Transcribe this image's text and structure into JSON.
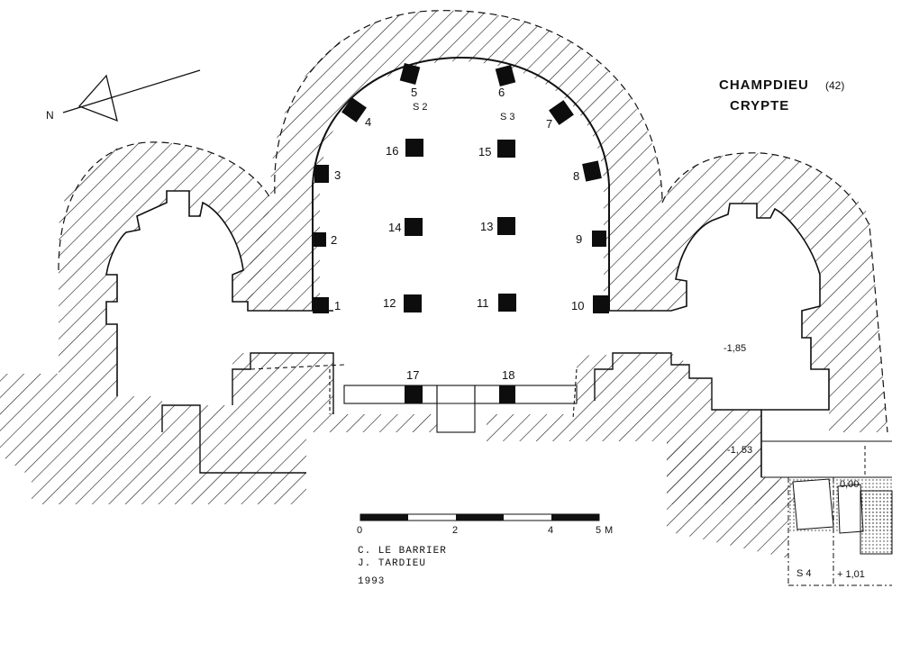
{
  "title": {
    "place": "CHAMPDIEU",
    "department": "(42)",
    "subject": "CRYPTE"
  },
  "north_label": "N",
  "pillars": [
    "1",
    "2",
    "3",
    "4",
    "5",
    "6",
    "7",
    "8",
    "9",
    "10",
    "11",
    "12",
    "13",
    "14",
    "15",
    "16",
    "17",
    "18"
  ],
  "sondages": [
    "S 2",
    "S 3",
    "S 4"
  ],
  "levels": [
    "-1,85",
    "-1, 53",
    "0,00",
    "+ 1,01"
  ],
  "scale": {
    "ticks": [
      "0",
      "2",
      "4",
      "5"
    ],
    "unit": "M"
  },
  "credits": {
    "author1": "C. LE BARRIER",
    "author2": "J. TARDIEU",
    "year": "1993"
  }
}
